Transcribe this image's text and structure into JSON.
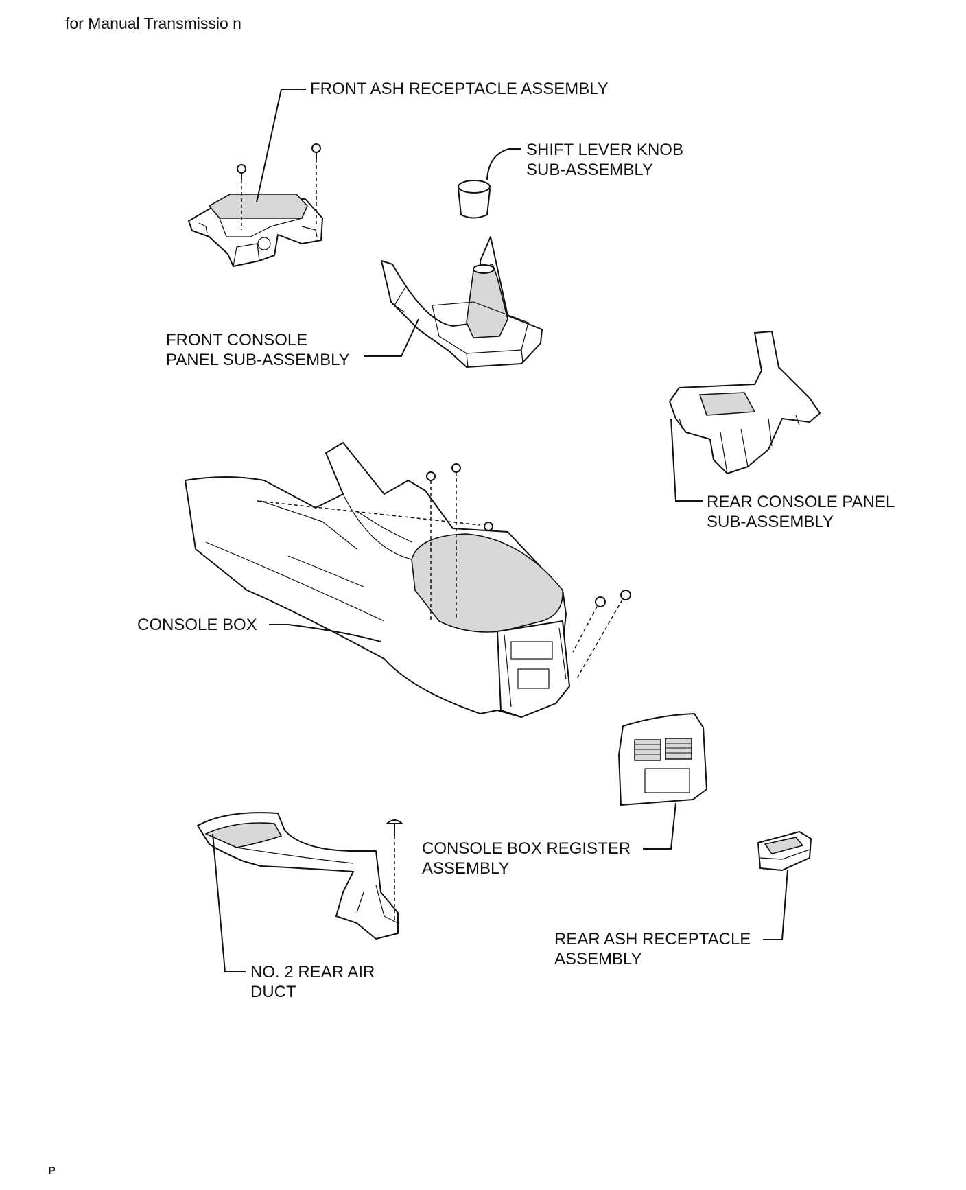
{
  "header": {
    "text": "for Manual  Transmissio n"
  },
  "footer": {
    "text": "P"
  },
  "labels": {
    "front_ash": [
      "FRONT ASH RECEPTACLE ASSEMBLY"
    ],
    "shift_knob": [
      "SHIFT LEVER KNOB",
      "SUB-ASSEMBLY"
    ],
    "front_console": [
      "FRONT CONSOLE",
      "PANEL SUB-ASSEMBLY"
    ],
    "rear_console": [
      "REAR CONSOLE PANEL",
      "SUB-ASSEMBLY"
    ],
    "console_box": [
      "CONSOLE BOX"
    ],
    "register": [
      "CONSOLE BOX REGISTER",
      "ASSEMBLY"
    ],
    "rear_ash": [
      "REAR ASH RECEPTACLE",
      "ASSEMBLY"
    ],
    "air_duct": [
      "NO. 2 REAR AIR",
      "DUCT"
    ]
  }
}
